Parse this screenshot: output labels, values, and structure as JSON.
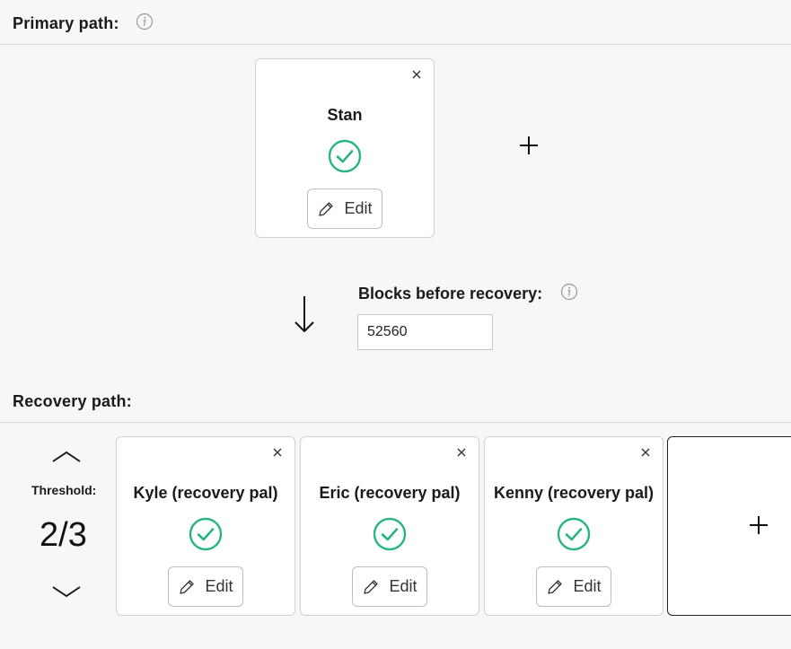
{
  "primary": {
    "title": "Primary path:",
    "cards": [
      {
        "name": "Stan",
        "edit_label": "Edit"
      }
    ]
  },
  "blocks": {
    "label": "Blocks before recovery:",
    "value": "52560"
  },
  "recovery": {
    "title": "Recovery path:",
    "threshold_label": "Threshold:",
    "threshold_value": "2/3",
    "cards": [
      {
        "name": "Kyle (recovery pal)",
        "edit_label": "Edit"
      },
      {
        "name": "Eric (recovery pal)",
        "edit_label": "Edit"
      },
      {
        "name": "Kenny (recovery pal)",
        "edit_label": "Edit"
      }
    ]
  },
  "icons": {
    "info": "info-icon",
    "close": "close-icon",
    "check": "check-circle-icon",
    "edit": "pencil-icon",
    "add": "plus-icon",
    "arrow": "arrow-down-icon",
    "up": "chevron-up-icon",
    "down": "chevron-down-icon"
  },
  "colors": {
    "check": "#2bb388",
    "background": "#f7f7f7",
    "card_border": "#d0d0d0"
  }
}
